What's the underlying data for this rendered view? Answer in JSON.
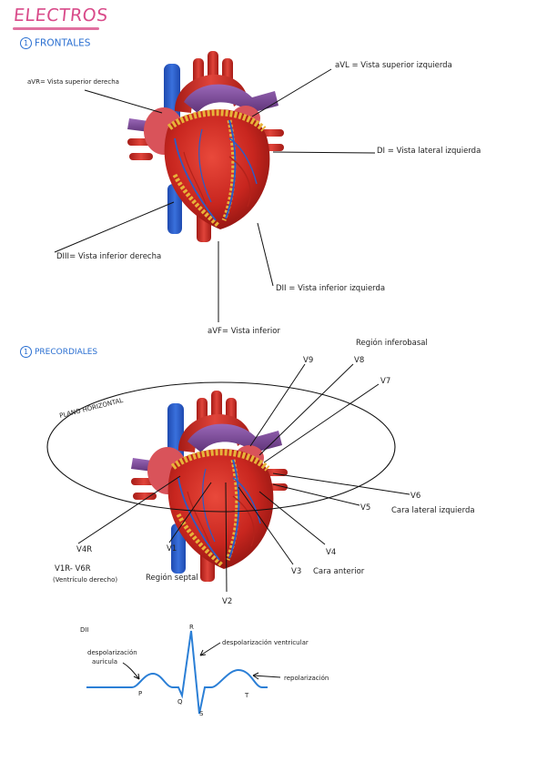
{
  "title": "ELECTROS",
  "section1": {
    "number": "1",
    "title": "FRONTALES"
  },
  "section2": {
    "number": "1",
    "title": "PRECORDIALES"
  },
  "frontal_labels": {
    "avr": "aVR= Vista superior derecha",
    "avl": "aVL = Vista superior izquierda",
    "di": "DI = Vista lateral izquierda",
    "diii": "DIII= Vista inferior derecha",
    "dii": "DII = Vista inferior izquierda",
    "avf": "aVF= Vista inferior"
  },
  "precordial_labels": {
    "plano": "PLANO HORIZONTAL",
    "v9": "V9",
    "v8": "V8",
    "v7": "V7",
    "region_inferobasal": "Región inferobasal",
    "v6": "V6",
    "v5": "V5",
    "cara_lateral": "Cara lateral izquierda",
    "v4": "V4",
    "v3": "V3",
    "cara_anterior": "Cara anterior",
    "v2": "V2",
    "v1": "V1",
    "region_septal": "Región septal",
    "v4r": "V4R",
    "v1r_v6r": "V1R- V6R",
    "ventriculo": "(Ventrículo derecho)"
  },
  "ecg": {
    "lead": "DII",
    "p": "P",
    "q": "Q",
    "r": "R",
    "s": "S",
    "t": "T",
    "despol_auricular_1": "despolarización",
    "despol_auricular_2": "auricula",
    "despol_ventricular": "despolarización ventricular",
    "repolarizacion": "repolarización"
  },
  "colors": {
    "title": "#d94b8a",
    "section": "#2a6fd1",
    "ecg_trace": "#2b7fd6",
    "heart_red": "#c8261f",
    "vein_blue": "#2b5cc7",
    "fat_yellow": "#e7b33a",
    "artery_purple": "#7d4a9a"
  }
}
